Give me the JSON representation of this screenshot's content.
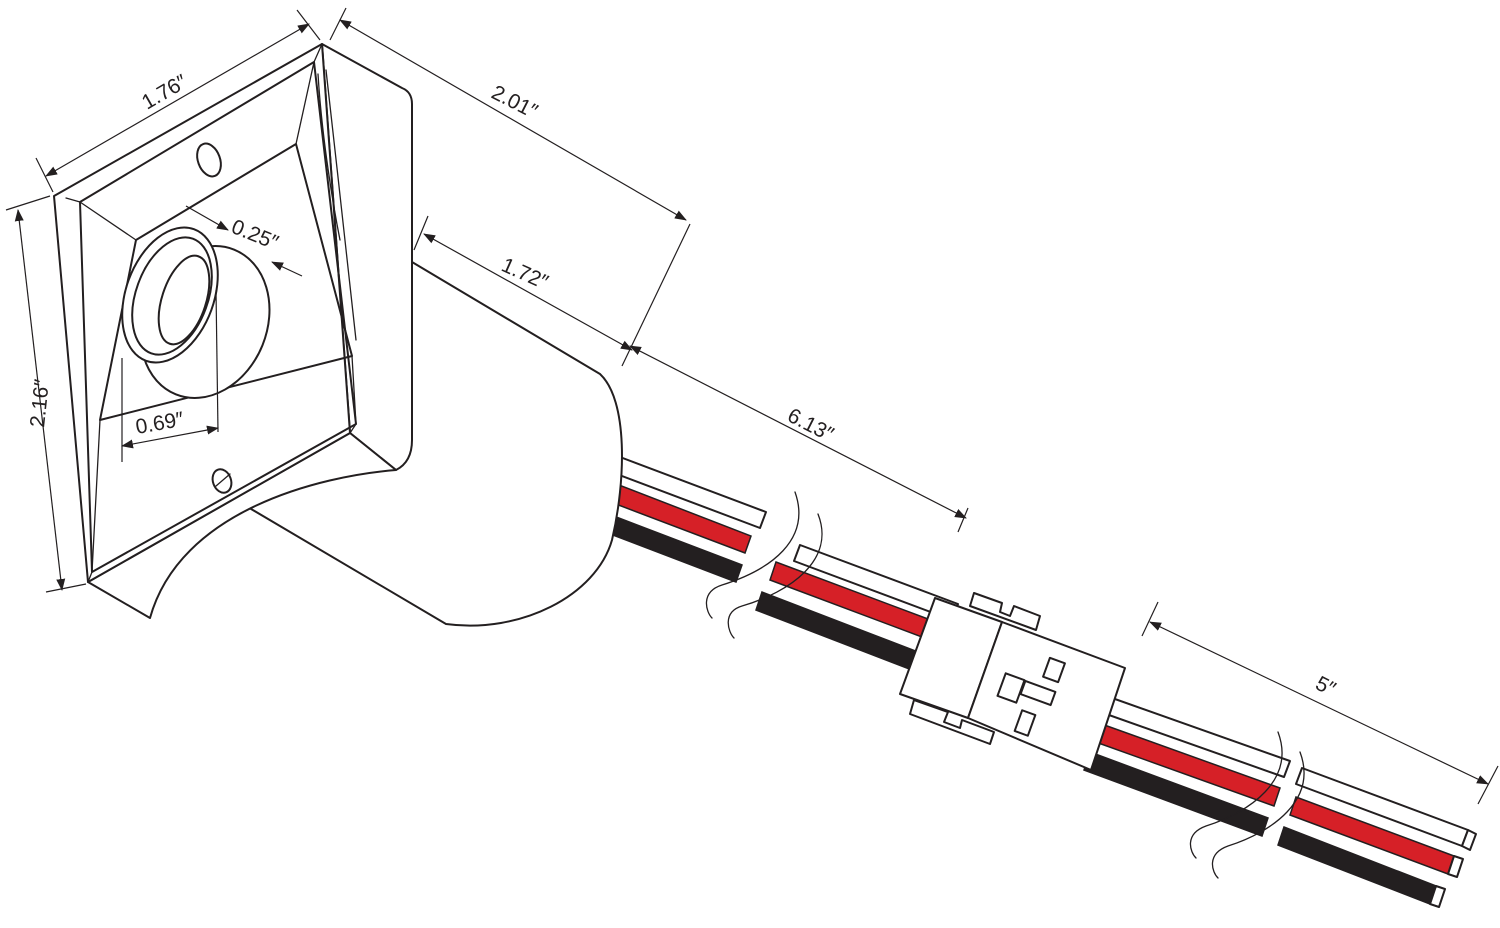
{
  "colors": {
    "line": "#231f20",
    "wire_red": "#d62027",
    "wire_black": "#231f20",
    "wire_white": "#ffffff",
    "background": "#ffffff"
  },
  "dimensions": {
    "plate_width": "1.76″",
    "plate_height": "2.16″",
    "overall_depth": "2.01″",
    "body_depth": "1.72″",
    "lens_diameter": "0.69″",
    "lens_depth": "0.25″",
    "wire_lead_to_connector": "6.13″",
    "wire_lead_after_connector": "5″"
  }
}
